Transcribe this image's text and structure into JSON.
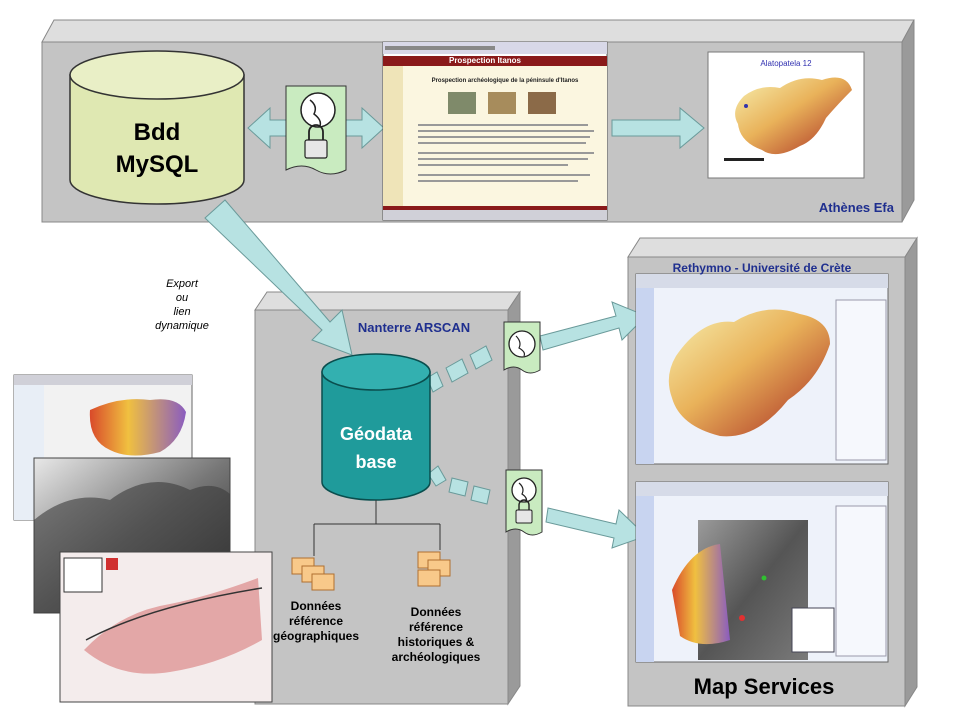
{
  "top_panel": {
    "db_label_line1": "Bdd",
    "db_label_line2": "MySQL",
    "site_label": "Athènes Efa",
    "web_title": "Prospection Itanos",
    "web_subtitle": "Prospection archéologique de la péninsule d'Itanos",
    "map_label": "Alatopatela 12"
  },
  "middle_panel": {
    "site_label": "Nanterre ARSCAN",
    "db_label_line1": "Géodata",
    "db_label_line2": "base",
    "geo_data_line1": "Données",
    "geo_data_line2": "référence",
    "geo_data_line3": "géographiques",
    "hist_data_line1": "Données",
    "hist_data_line2": "référence",
    "hist_data_line3": "historiques &",
    "hist_data_line4": "archéologiques"
  },
  "right_panel": {
    "site_label": "Rethymno - Université de Crète",
    "footer_label": "Map Services"
  },
  "export_note": {
    "line1": "Export",
    "line2": "ou",
    "line3": "lien",
    "line4": "dynamique"
  },
  "colors": {
    "panel_front": "#c4c4c4",
    "panel_top": "#dedede",
    "panel_side": "#9a9a9a",
    "mysql_cylinder": "#dfe8b2",
    "geodata_cylinder": "#1f9b9b",
    "arrow": "#b7e2e2",
    "label_blue": "#1f2f8f"
  }
}
